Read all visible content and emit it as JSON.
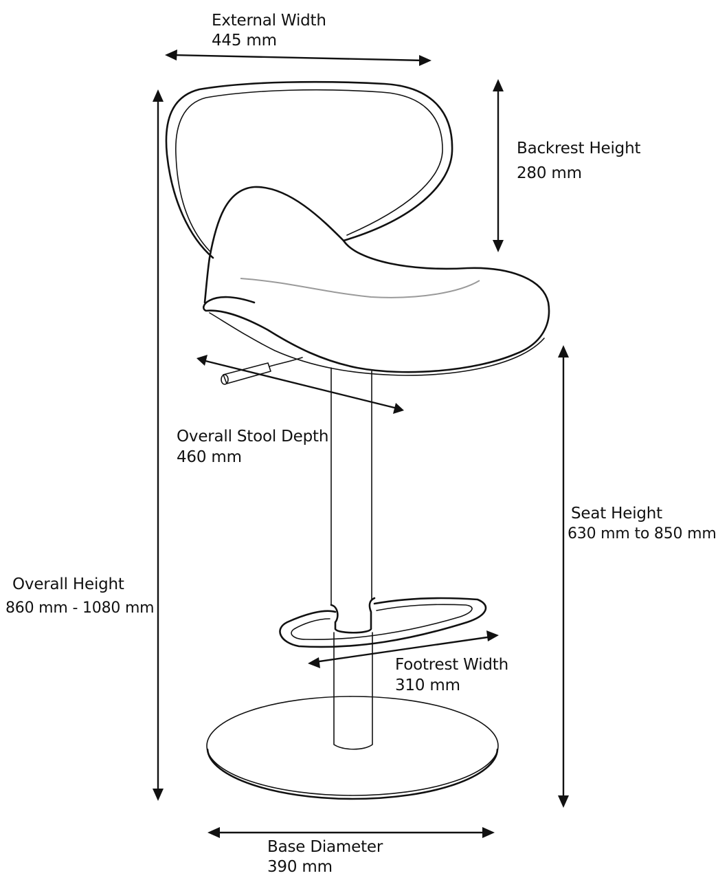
{
  "labels": {
    "external_width": {
      "title": "External Width",
      "value": "445 mm"
    },
    "backrest_height": {
      "title": "Backrest Height",
      "value": "280 mm"
    },
    "overall_stool_depth": {
      "title": "Overall Stool Depth",
      "value": "460 mm"
    },
    "seat_height": {
      "title": "Seat Height",
      "value": "630 mm to 850 mm"
    },
    "overall_height": {
      "title": "Overall Height",
      "value": "860 mm - 1080 mm"
    },
    "footrest_width": {
      "title": "Footrest Width",
      "value": "310 mm"
    },
    "base_diameter": {
      "title": "Base Diameter",
      "value": "390 mm"
    }
  },
  "colors": {
    "line": "#111111",
    "background": "#ffffff",
    "seat_highlight": "#9a9a9a"
  }
}
